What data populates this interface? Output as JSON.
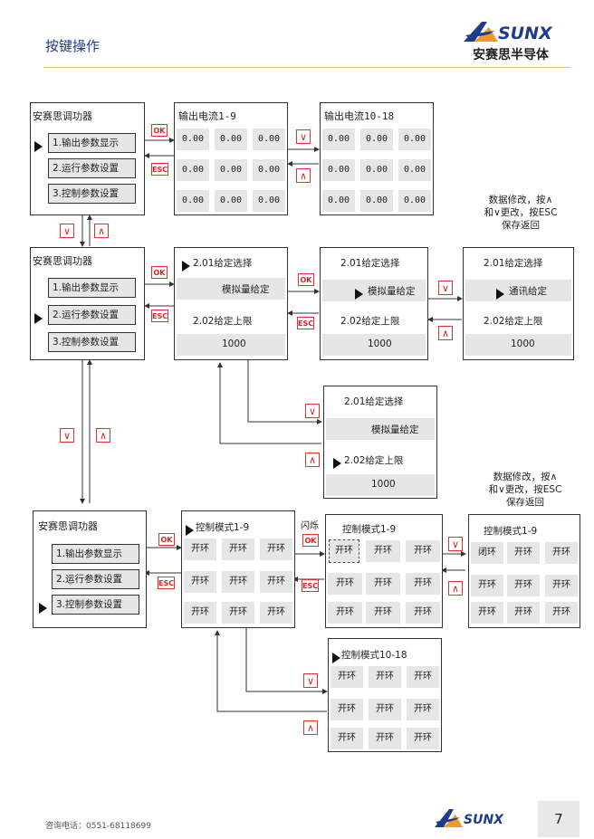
{
  "header": {
    "title": "按键操作",
    "brand_name": "SUNX",
    "brand_sub": "安赛思半导体"
  },
  "keys": {
    "ok": "OK",
    "esc": "ESC",
    "up": "∧",
    "down": "∨"
  },
  "menu": {
    "title": "安赛思调功器",
    "item1": "1.输出参数显示",
    "item2": "2.运行参数设置",
    "item3": "3.控制参数设置"
  },
  "current": {
    "title1": "输出电流1-9",
    "title2": "输出电流10-18",
    "value": "0.00"
  },
  "given": {
    "select_label": "2.01给定选择",
    "analog": "模拟量给定",
    "comm": "通讯给定",
    "upper_label": "2.02给定上限",
    "upper_value": "1000"
  },
  "control": {
    "title1": "控制模式1-9",
    "title2": "控制模式10-18",
    "open": "开环",
    "closed": "闭环",
    "blink": "闪烁"
  },
  "notes": {
    "modify1": [
      "数据修改，按∧",
      "和∨更改，按ESC",
      "保存返回"
    ],
    "modify2": [
      "数据修改，按∧",
      "和∨更改，按ESC",
      "保存返回"
    ]
  },
  "footer": {
    "phone": "咨询电话：0551-68118699",
    "page": "7",
    "brand_name": "SUNX"
  }
}
